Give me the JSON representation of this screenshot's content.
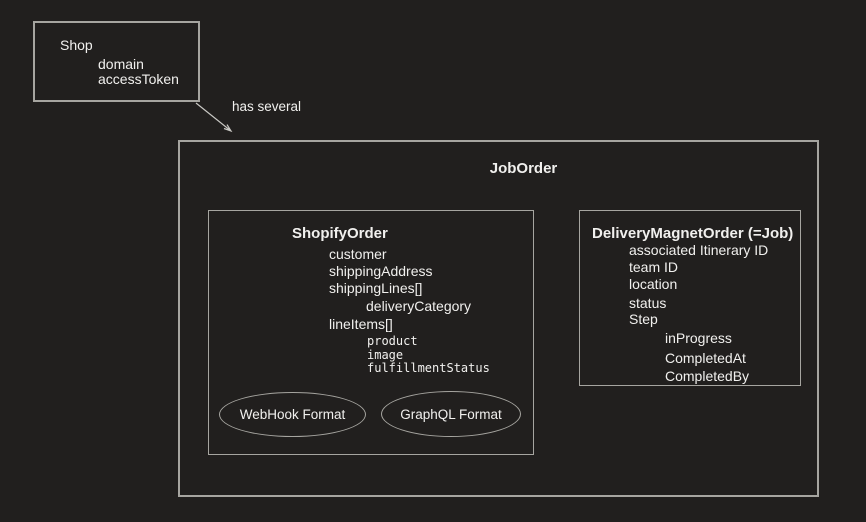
{
  "shop": {
    "title": "Shop",
    "fields": [
      "domain",
      "accessToken"
    ]
  },
  "relation": {
    "label": "has several"
  },
  "job_order": {
    "title": "JobOrder",
    "shopify_order": {
      "title": "ShopifyOrder",
      "fields": [
        "customer",
        "shippingAddress",
        "shippingLines[]",
        "deliveryCategory",
        "lineItems[]",
        "product",
        "image",
        "fulfillmentStatus"
      ],
      "formats": [
        "WebHook Format",
        "GraphQL Format"
      ]
    },
    "delivery_magnet_order": {
      "title": "DeliveryMagnetOrder (=Job)",
      "fields": [
        "associated Itinerary ID",
        "team ID",
        "location",
        "status",
        "Step",
        "inProgress",
        "CompletedAt",
        "CompletedBy"
      ]
    }
  },
  "colors": {
    "background": "#211f1e",
    "border": "#a6a5a0",
    "text": "#f1f0ee",
    "arrow": "#c9c8c4"
  }
}
